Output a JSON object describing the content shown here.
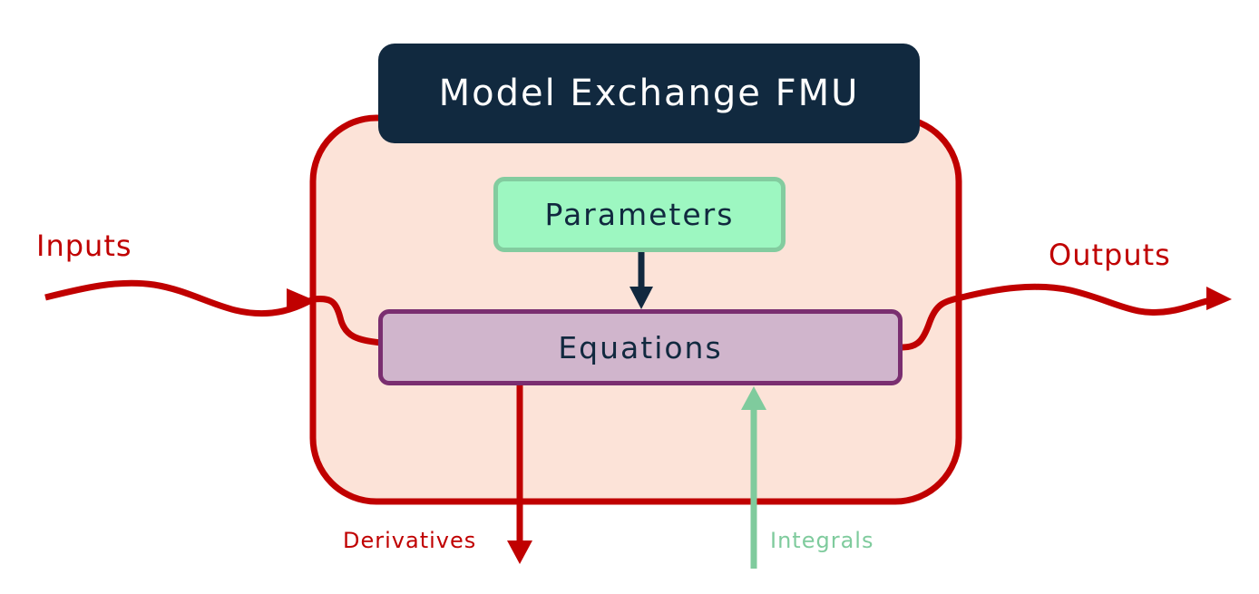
{
  "diagram": {
    "title": "Model Exchange FMU",
    "blocks": {
      "parameters": "Parameters",
      "equations": "Equations"
    },
    "signals": {
      "inputs": "Inputs",
      "outputs": "Outputs",
      "derivatives": "Derivatives",
      "integrals": "Integrals"
    },
    "colors": {
      "container_border": "#c00000",
      "container_fill": "#fce3d8",
      "title_fill": "#11293f",
      "parameters_fill": "#9df7c1",
      "parameters_border": "#83cc9f",
      "equations_fill": "#d0b5cc",
      "equations_border": "#7a2e70",
      "signal_red": "#c00000",
      "signal_green": "#7fcb9d",
      "arrow_dark": "#11293f"
    }
  }
}
